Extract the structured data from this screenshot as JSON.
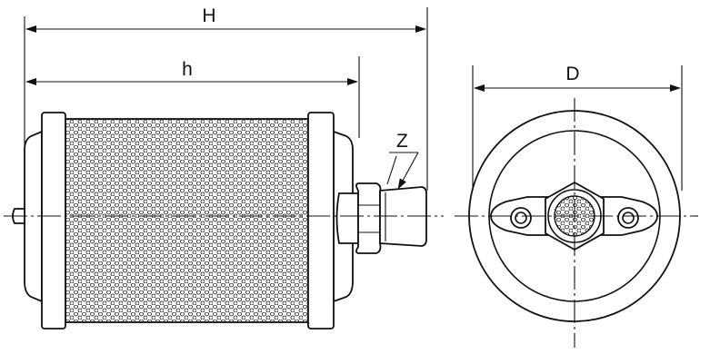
{
  "labels": {
    "overall_length": "H",
    "body_length": "h",
    "thread": "Z",
    "diameter": "D"
  },
  "colors": {
    "line": "#111111",
    "background": "#ffffff"
  }
}
